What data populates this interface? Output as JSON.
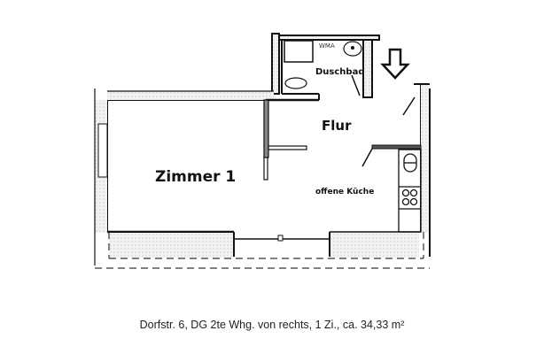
{
  "floor_plan": {
    "rooms": [
      {
        "id": "zimmer1",
        "label": "Zimmer 1"
      },
      {
        "id": "flur",
        "label": "Flur"
      },
      {
        "id": "duschbad",
        "label": "Duschbad"
      },
      {
        "id": "kueche",
        "label": "offene Küche"
      }
    ],
    "fixtures": {
      "washing_machine_label": "WMA"
    },
    "entrance_marker": "arrow-down",
    "colors": {
      "wall": "#111111",
      "hatch": "#cfcfcf",
      "background": "#ffffff"
    }
  },
  "caption": "Dorfstr. 6, DG 2te Whg. von rechts, 1 Zi., ca. 34,33 m²"
}
